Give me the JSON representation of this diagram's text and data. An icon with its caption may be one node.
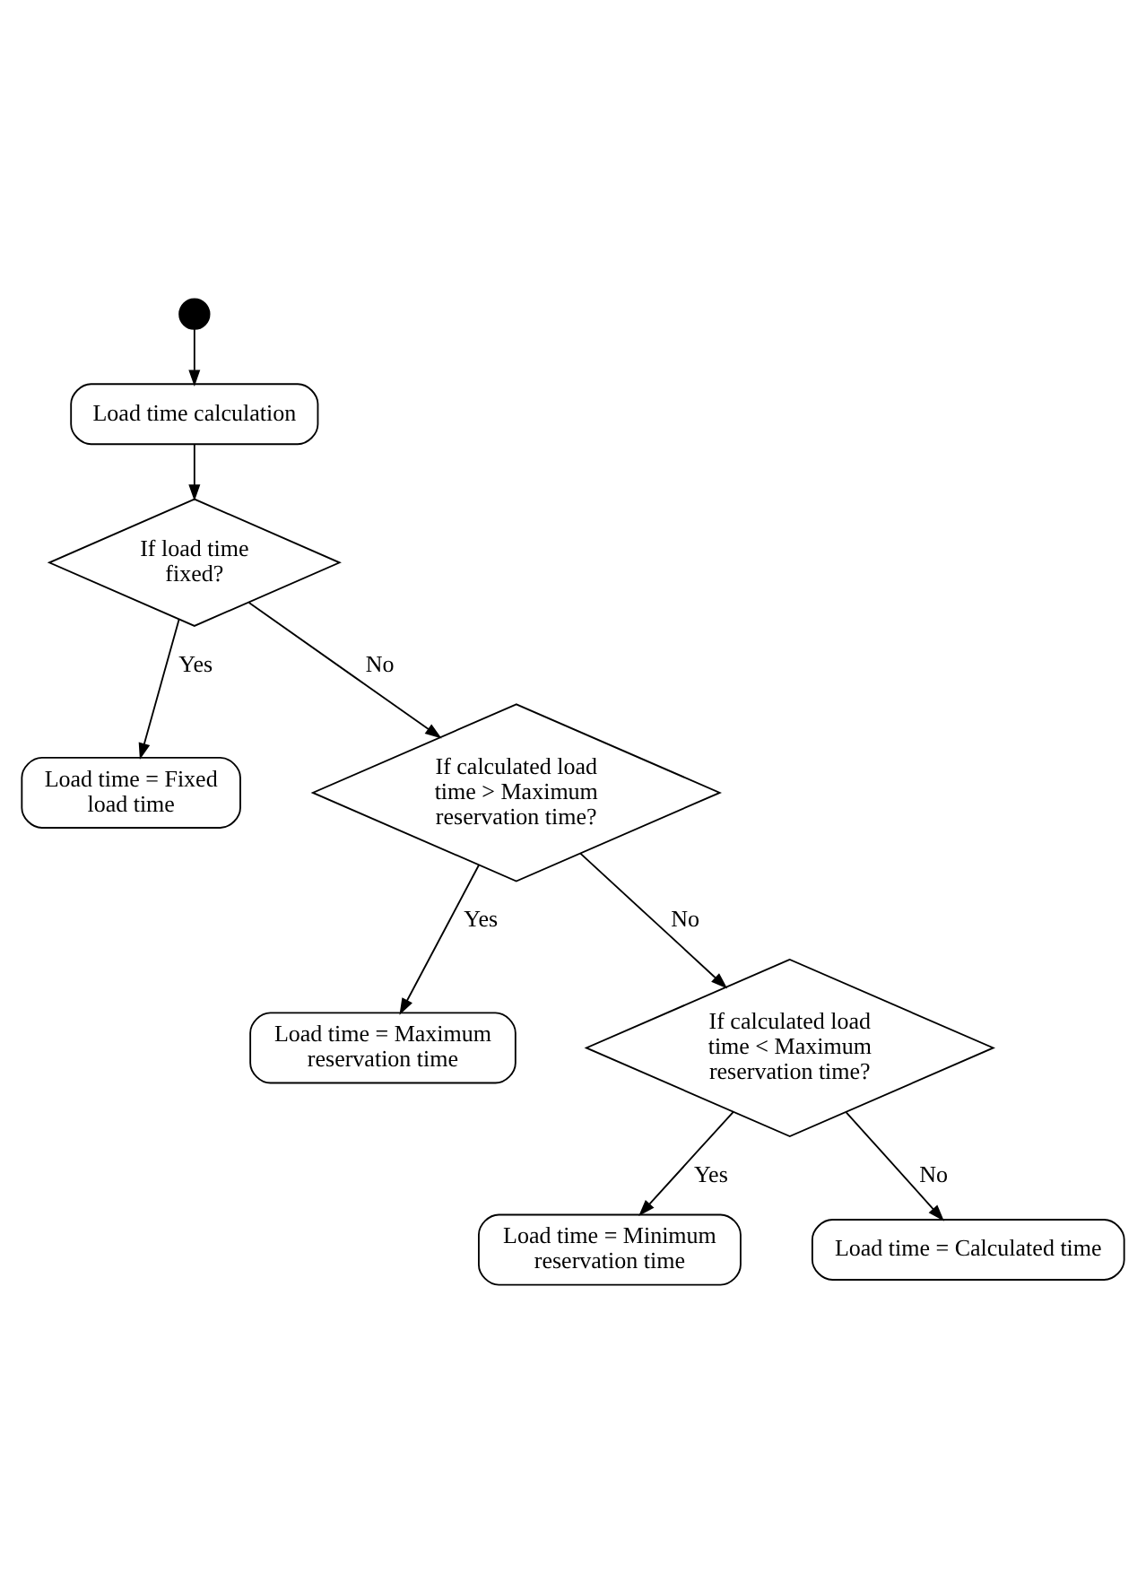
{
  "diagram": {
    "nodes": [
      {
        "text": [],
        "shape": "circle"
      },
      {
        "text": [
          "Load time calculation"
        ]
      },
      {
        "text": [
          "If load time fixed?"
        ]
      },
      {
        "text": [
          "Load time = Fixed load time"
        ]
      },
      {
        "text": [
          "If calculated load time > Maximum reservation time?"
        ]
      },
      {
        "text": [
          "Load time = Maximum reservation time"
        ]
      },
      {
        "text": [
          "If calculated load time < Maximum reservation time?"
        ]
      },
      {
        "text": [
          "Load time = Minimum reservation time"
        ]
      },
      {
        "text": [
          "Load time = Calculated time"
        ]
      }
    ],
    "edges": [
      {
        "from": 0,
        "to": 1,
        "arrow": "to"
      },
      {
        "from": 1,
        "to": 2,
        "arrow": "to"
      },
      {
        "from": 2,
        "to": 3,
        "arrow": "to",
        "label": "Yes"
      },
      {
        "from": 2,
        "to": 4,
        "arrow": "to",
        "label": "No"
      },
      {
        "from": 4,
        "to": 5,
        "arrow": "to",
        "label": "Yes"
      },
      {
        "from": 4,
        "to": 6,
        "arrow": "to",
        "label": "No"
      },
      {
        "from": 6,
        "to": 7,
        "arrow": "to",
        "label": "Yes"
      },
      {
        "from": 6,
        "to": 8,
        "arrow": "to",
        "label": "No"
      }
    ]
  }
}
